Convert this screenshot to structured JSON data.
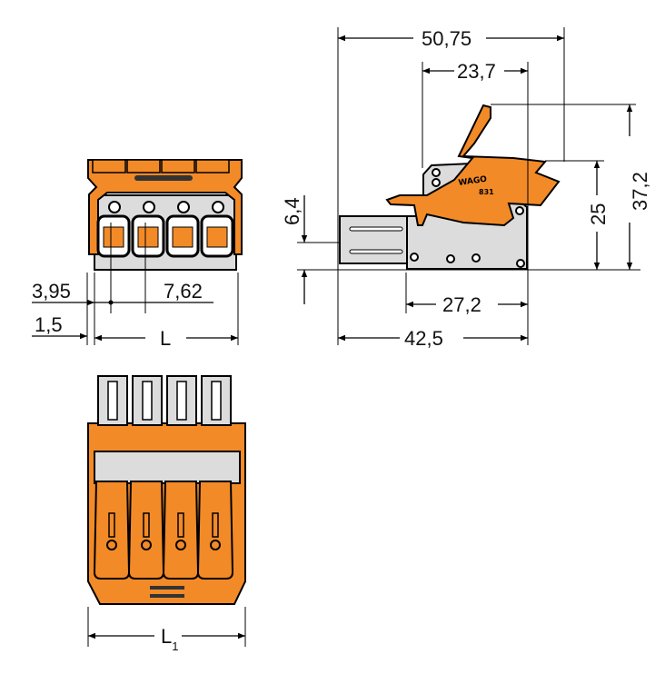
{
  "drawing": {
    "colors": {
      "orange": "#f28a28",
      "housing": "#dcdcdc",
      "line": "#000000"
    },
    "pole_count": 4,
    "logo_text": "WAGO",
    "logo_series": "831",
    "dimensions": {
      "overall_length": "50,75",
      "lever_offset": "23,7",
      "total_height": "37,2",
      "body_height": "25",
      "pin_height": "6,4",
      "rear_length": "27,2",
      "body_length": "42,5",
      "first_pole_offset": "3,95",
      "pitch": "7,62",
      "edge_offset": "1,5",
      "length_label": "L",
      "length1_label": "L",
      "length1_subscript": "1"
    }
  }
}
